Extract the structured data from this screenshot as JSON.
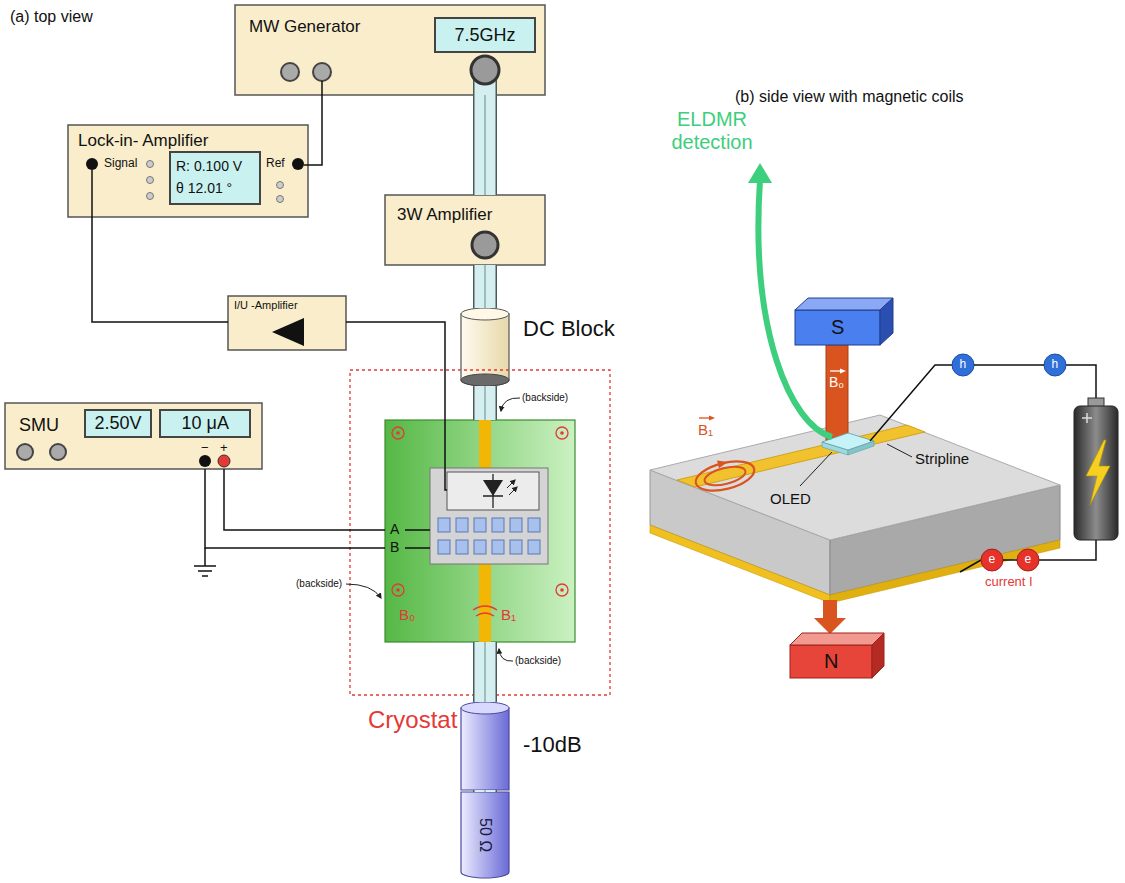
{
  "diagram": {
    "nodes": [
      {
        "text": [
          "MW Generator"
        ]
      },
      {
        "text": [
          "7.5GHz"
        ],
        "in": 0
      },
      {
        "text": [
          "Lock-in- Amplifier",
          "Signal",
          "Ref"
        ]
      },
      {
        "text": [
          "R: 0.100 V",
          "θ 12.01 °"
        ],
        "in": 2
      },
      {
        "text": [
          "3W Amplifier"
        ]
      },
      {
        "text": [
          "DC Block"
        ]
      },
      {
        "text": [
          "I/U -Amplifier"
        ]
      },
      {
        "text": [
          "SMU",
          "−",
          "+"
        ]
      },
      {
        "text": [
          "2.50V"
        ],
        "in": 7
      },
      {
        "text": [
          "10 μA"
        ],
        "in": 7
      },
      {
        "text": [
          "Cryostat"
        ]
      },
      {
        "text": [
          "A",
          "B",
          "B₀",
          "B₁"
        ],
        "in": 10
      },
      {
        "text": [
          "-10dB"
        ]
      },
      {
        "text": [
          "50 Ω"
        ]
      },
      {
        "text": [
          "S"
        ]
      },
      {
        "text": [
          "N"
        ]
      },
      {
        "text": [
          "h"
        ]
      },
      {
        "text": [
          "h"
        ]
      },
      {
        "text": [
          "e"
        ]
      },
      {
        "text": [
          "e"
        ]
      }
    ],
    "edges": [
      {
        "from": 0,
        "to": 4,
        "arrow": "none"
      },
      {
        "from": 4,
        "to": 5,
        "arrow": "none"
      },
      {
        "from": 5,
        "to": 11,
        "arrow": "none"
      },
      {
        "from": 11,
        "to": 12,
        "arrow": "none"
      },
      {
        "from": 12,
        "to": 13,
        "arrow": "none"
      },
      {
        "from": 0,
        "to": 2,
        "arrow": "none"
      },
      {
        "from": 6,
        "to": 2,
        "arrow": "none"
      },
      {
        "from": 11,
        "to": 6,
        "arrow": "none"
      },
      {
        "from": 7,
        "to": 11,
        "arrow": "none"
      },
      {
        "from": 7,
        "to": 11,
        "arrow": "none"
      },
      {
        "from": 16,
        "to": 17,
        "arrow": "none"
      },
      {
        "from": 18,
        "to": 19,
        "arrow": "none"
      }
    ],
    "labels": [
      "(a) top view",
      "(b) side view with magnetic coils",
      "(backside)",
      "(backside)",
      "(backside)",
      "ELDMR detection",
      "B₀",
      "B₁",
      "Stripline",
      "OLED",
      "current I"
    ]
  }
}
